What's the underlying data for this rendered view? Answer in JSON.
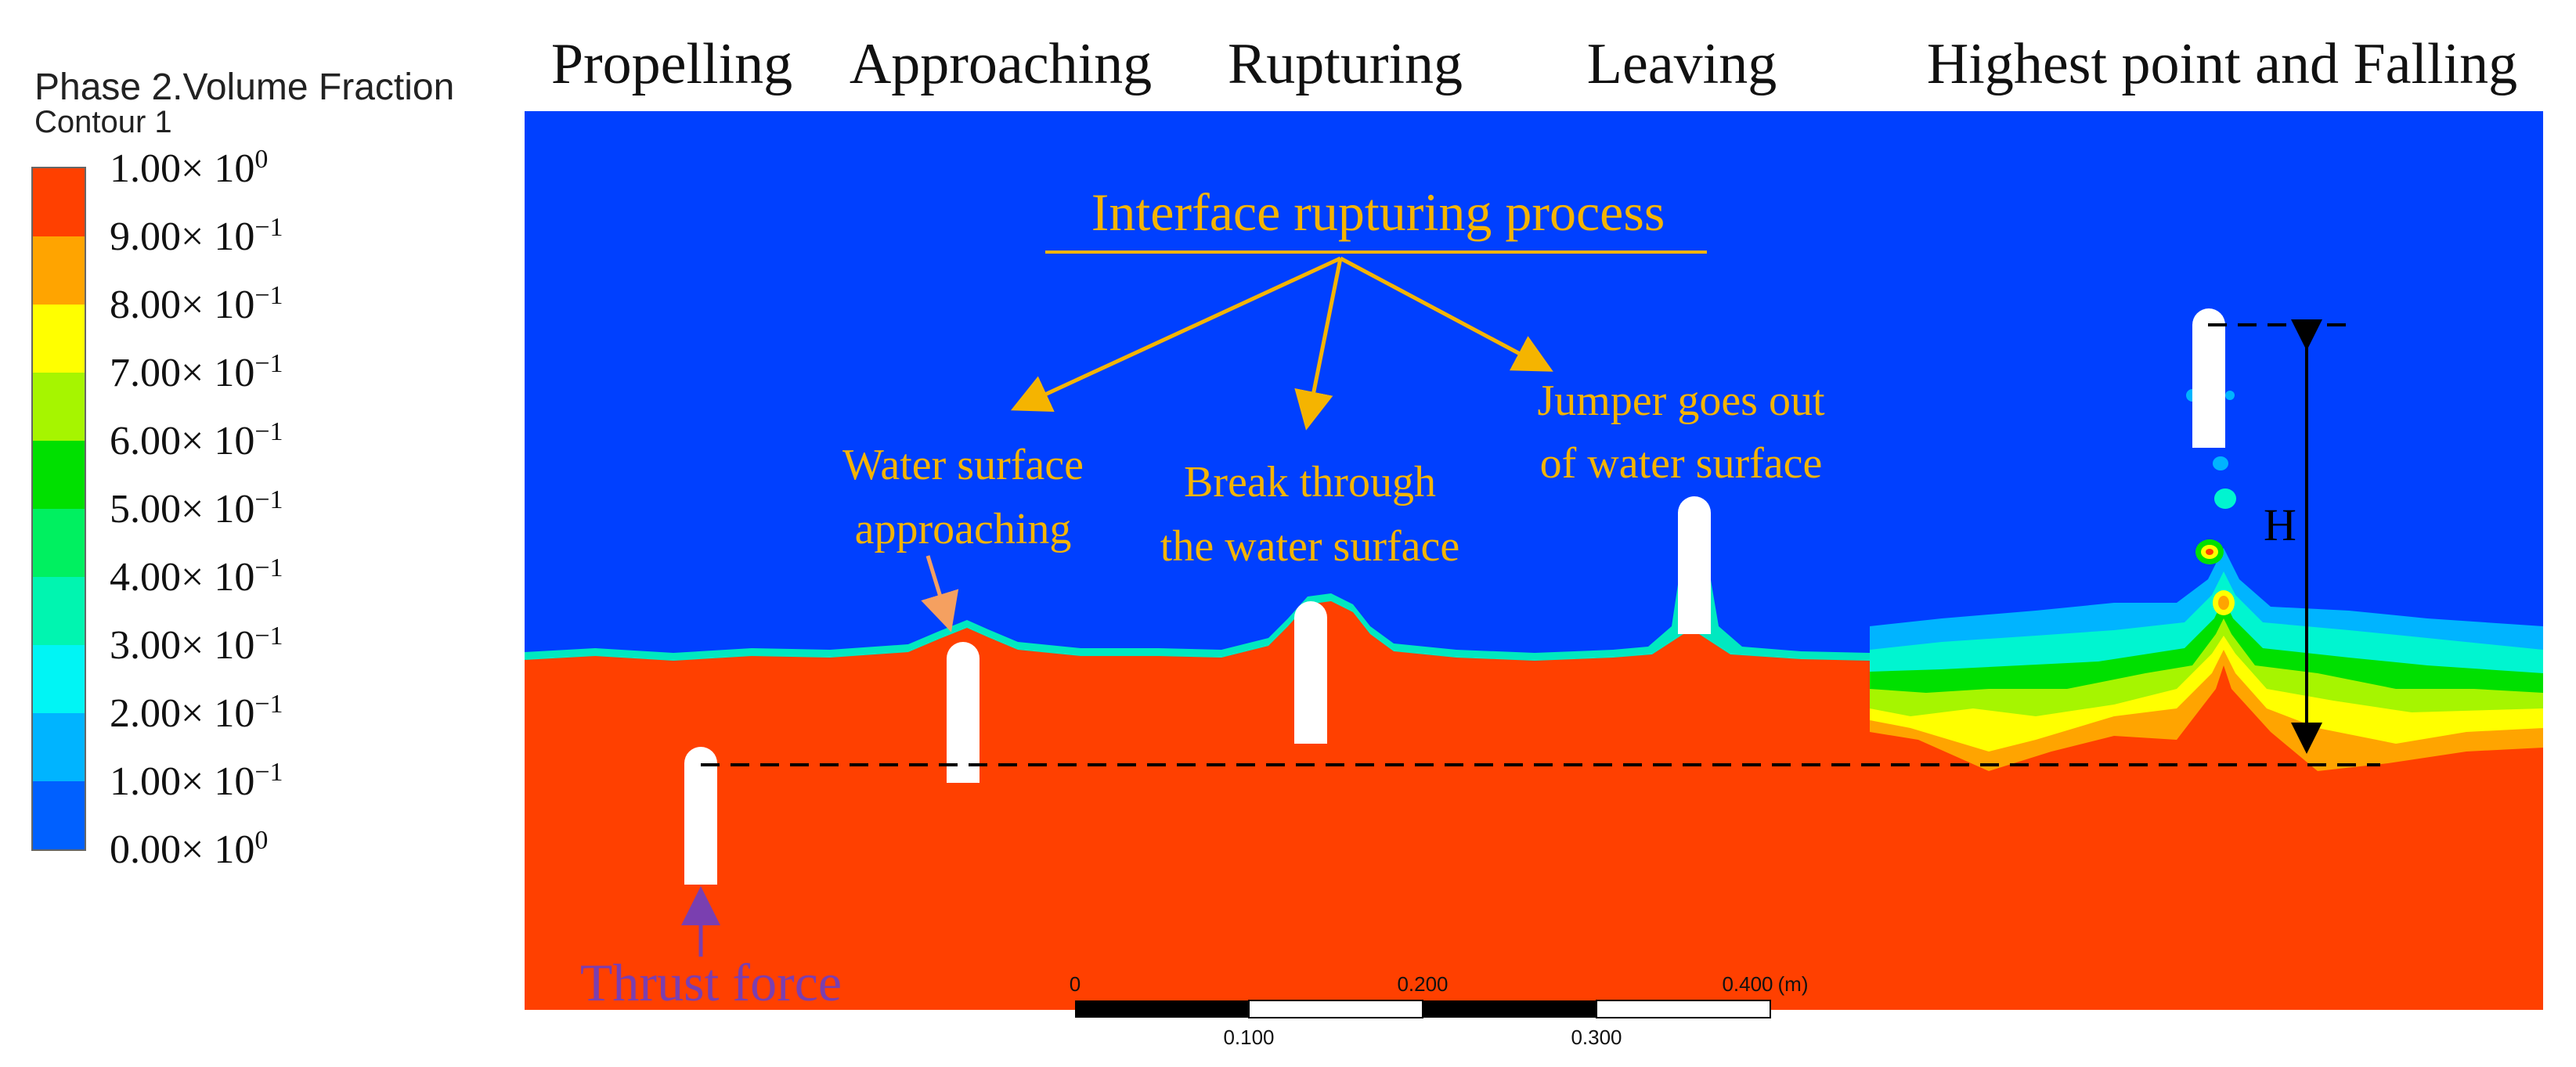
{
  "legend": {
    "title": "Phase 2.Volume Fraction",
    "subtitle": "Contour 1",
    "levels": [
      {
        "mant": "1.00× 10",
        "exp": "0",
        "color": "#ff4000"
      },
      {
        "mant": "9.00× 10",
        "exp": "−1",
        "color": "#ffa400"
      },
      {
        "mant": "8.00× 10",
        "exp": "−1",
        "color": "#ffff00"
      },
      {
        "mant": "7.00× 10",
        "exp": "−1",
        "color": "#a6f500"
      },
      {
        "mant": "6.00× 10",
        "exp": "−1",
        "color": "#00e000"
      },
      {
        "mant": "5.00× 10",
        "exp": "−1",
        "color": "#00f060"
      },
      {
        "mant": "4.00× 10",
        "exp": "−1",
        "color": "#00f5b0"
      },
      {
        "mant": "3.00× 10",
        "exp": "−1",
        "color": "#00f5f5"
      },
      {
        "mant": "2.00× 10",
        "exp": "−1",
        "color": "#00b4ff"
      },
      {
        "mant": "1.00× 10",
        "exp": "−1",
        "color": "#0060ff"
      },
      {
        "mant": "0.00× 10",
        "exp": "0",
        "color": "#0040ff"
      }
    ]
  },
  "phases": [
    "Propelling",
    "Approaching",
    "Rupturing",
    "Leaving",
    "Highest point and Falling"
  ],
  "annotations": {
    "interface": "Interface rupturing process",
    "approaching_l1": "Water surface",
    "approaching_l2": "approaching",
    "break_l1": "Break through",
    "break_l2": "the water surface",
    "jumper_l1": "Jumper goes out",
    "jumper_l2": "of water surface",
    "thrust": "Thrust force",
    "height": "H"
  },
  "scale_bar": {
    "top_labels": [
      "0",
      "0.200",
      "0.400"
    ],
    "bottom_labels": [
      "0.100",
      "0.300"
    ],
    "unit": "(m)"
  },
  "colors": {
    "air": "#0040ff",
    "water": "#ff4000",
    "annotation": "#f5b400",
    "thrust": "#7a3fb0",
    "approach_arrow": "#f5a060"
  }
}
